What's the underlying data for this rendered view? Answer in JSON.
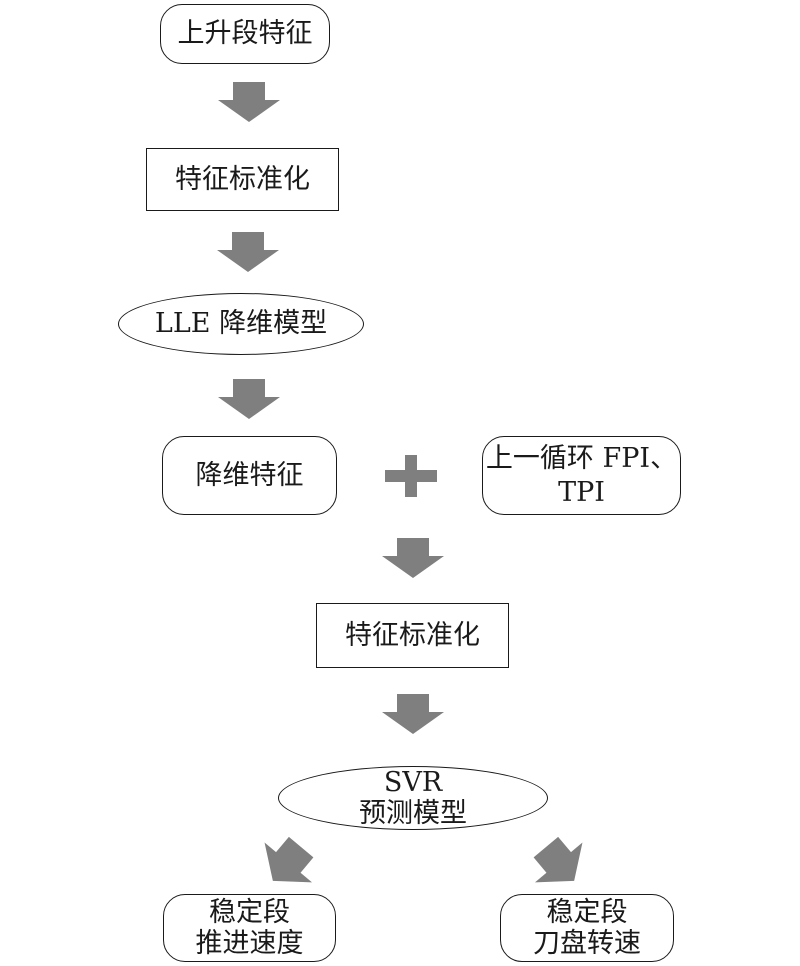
{
  "flowchart": {
    "nodes": {
      "rise_features": {
        "lines": [
          "上升段特征"
        ]
      },
      "standardize_1": {
        "lines": [
          "特征标准化"
        ]
      },
      "lle_model": {
        "lines": [
          "LLE 降维模型"
        ]
      },
      "reduced_features": {
        "lines": [
          "降维特征"
        ]
      },
      "previous_cycle": {
        "lines": [
          "上一循环 FPI、",
          "TPI"
        ]
      },
      "standardize_2": {
        "lines": [
          "特征标准化"
        ]
      },
      "svr_model": {
        "lines": [
          "SVR",
          "预测模型"
        ]
      },
      "output_thrust_speed": {
        "lines": [
          "稳定段",
          "推进速度"
        ]
      },
      "output_cutterhead_speed": {
        "lines": [
          "稳定段",
          "刀盘转速"
        ]
      }
    },
    "connector_color": "#7f7f7f",
    "border_color": "#1a1a1a"
  }
}
